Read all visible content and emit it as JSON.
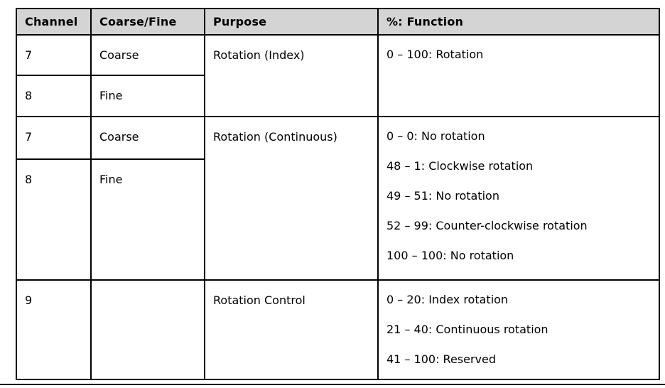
{
  "table": {
    "header_bg": "#d4d4d4",
    "border_color": "#000000",
    "columns": {
      "channel": "Channel",
      "coarse_fine": "Coarse/Fine",
      "purpose": "Purpose",
      "function": "%: Function"
    },
    "groups": [
      {
        "channels": [
          {
            "channel": "7",
            "coarse_fine": "Coarse"
          },
          {
            "channel": "8",
            "coarse_fine": "Fine"
          }
        ],
        "purpose": "Rotation (Index)",
        "functions": [
          "0 – 100: Rotation"
        ]
      },
      {
        "channels": [
          {
            "channel": "7",
            "coarse_fine": "Coarse"
          },
          {
            "channel": "8",
            "coarse_fine": "Fine"
          }
        ],
        "purpose": "Rotation (Continuous)",
        "functions": [
          "0 – 0: No rotation",
          "48 – 1: Clockwise rotation",
          "49 – 51: No rotation",
          "52 – 99: Counter-clockwise rotation",
          "100 – 100: No rotation"
        ]
      },
      {
        "channels": [
          {
            "channel": "9",
            "coarse_fine": ""
          }
        ],
        "purpose": "Rotation Control",
        "functions": [
          "0 – 20: Index rotation",
          "21 – 40: Continuous rotation",
          "41 – 100: Reserved"
        ]
      }
    ]
  }
}
